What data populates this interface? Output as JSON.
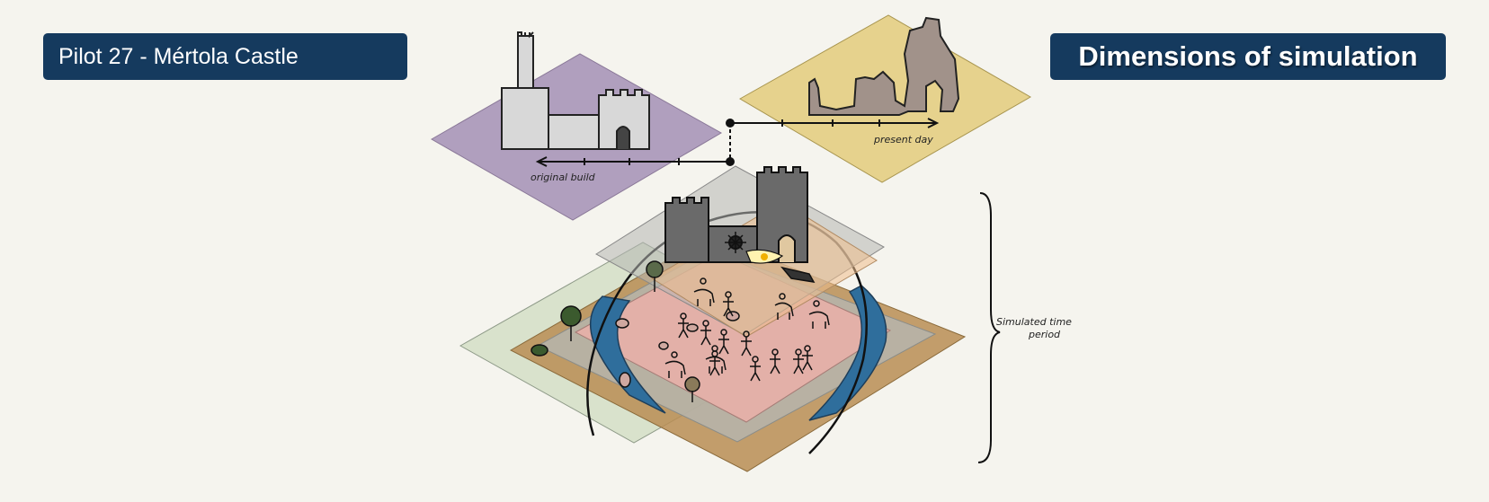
{
  "header": {
    "pilot_title": "Pilot 27 - Mértola Castle",
    "section_title": "Dimensions of simulation"
  },
  "timeline": {
    "past_label": "original build",
    "present_label": "present day"
  },
  "annotation": {
    "line1": "Simulated time",
    "line2": "period"
  },
  "colors": {
    "badge": "#153a5e",
    "past_plane": "#a996b8",
    "present_plane": "#e6d28d",
    "layer_green": "#d6e0c8",
    "layer_brown": "#b98d53",
    "layer_grey": "#b5b7b2",
    "layer_pink": "#e8b0a8",
    "layer_peach": "#eebd8c",
    "river": "#2f6e9c",
    "castle_grey": "#6a6a6a"
  }
}
